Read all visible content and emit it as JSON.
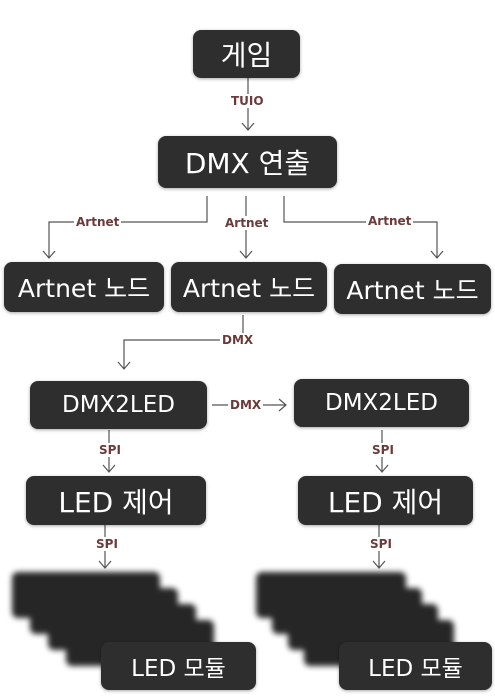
{
  "nodes": {
    "game": "게임",
    "dmx_show": "DMX 연출",
    "artnet_left": "Artnet 노드",
    "artnet_middle": "Artnet 노드",
    "artnet_right": "Artnet 노드",
    "dmx2led_left": "DMX2LED",
    "dmx2led_right": "DMX2LED",
    "led_control_left": "LED 제어",
    "led_control_right": "LED 제어",
    "led_module_left": "LED 모듈",
    "led_module_right": "LED 모듈"
  },
  "edges": {
    "game_to_dmx": "TUIO",
    "dmx_to_artnet_left": "Artnet",
    "dmx_to_artnet_middle": "Artnet",
    "dmx_to_artnet_right": "Artnet",
    "artnet_to_dmx2led": "DMX",
    "dmx2led_chain": "DMX",
    "dmx2led_to_led_left": "SPI",
    "dmx2led_to_led_right": "SPI",
    "led_to_module_left": "SPI",
    "led_to_module_right": "SPI"
  },
  "colors": {
    "node_fill": "#2e2e2e",
    "node_text": "#ffffff",
    "edge_line": "#555555",
    "edge_label": "#6b3a3a"
  }
}
